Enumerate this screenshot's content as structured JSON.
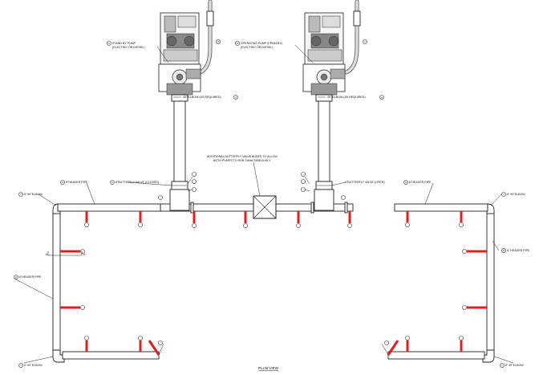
{
  "drawing": {
    "title": "PLAN VIEW",
    "callouts": {
      "standby_pump": [
        "STAND BY PUMP",
        "(ELECTRIC OR DIESEL)"
      ],
      "operating_pump": [
        "OPERATING PUMP (PRIMARY)",
        "(ELECTRIC OR DIESEL)"
      ],
      "elbow_left": "45° ELBOW (AS REQUIRED)",
      "elbow_right": "45° ELBOW (AS REQUIRED)",
      "butterfly_note": [
        "ADDITIONAL BUTTERFLY VALVE ADDED TO ALLOW",
        "BOTH PUMPS TO RUN SIMULTANEOUSLY"
      ],
      "butterfly_closed": "8\"BUTTERFLY VALVE (CLOSED)",
      "butterfly_open": "8\"BUTTERFLY VALVE (OPEN)",
      "header_top_left": "8\"HEADER PIPE",
      "header_top_right": "8\"HEADER PIPE",
      "elbow_top_left": "6\" 90°ELBOW",
      "elbow_top_right": "6\" 90°ELBOW",
      "header_left_mid": "6\"HEADER PIPE",
      "header_right_mid": "6\" HEADER PIPE",
      "elbow_bottom_left": "6\" 90°ELBOW",
      "elbow_bottom_right": "6\" 90°ELBOW",
      "section_mark_a": "A",
      "section_mark_b": "A"
    }
  }
}
